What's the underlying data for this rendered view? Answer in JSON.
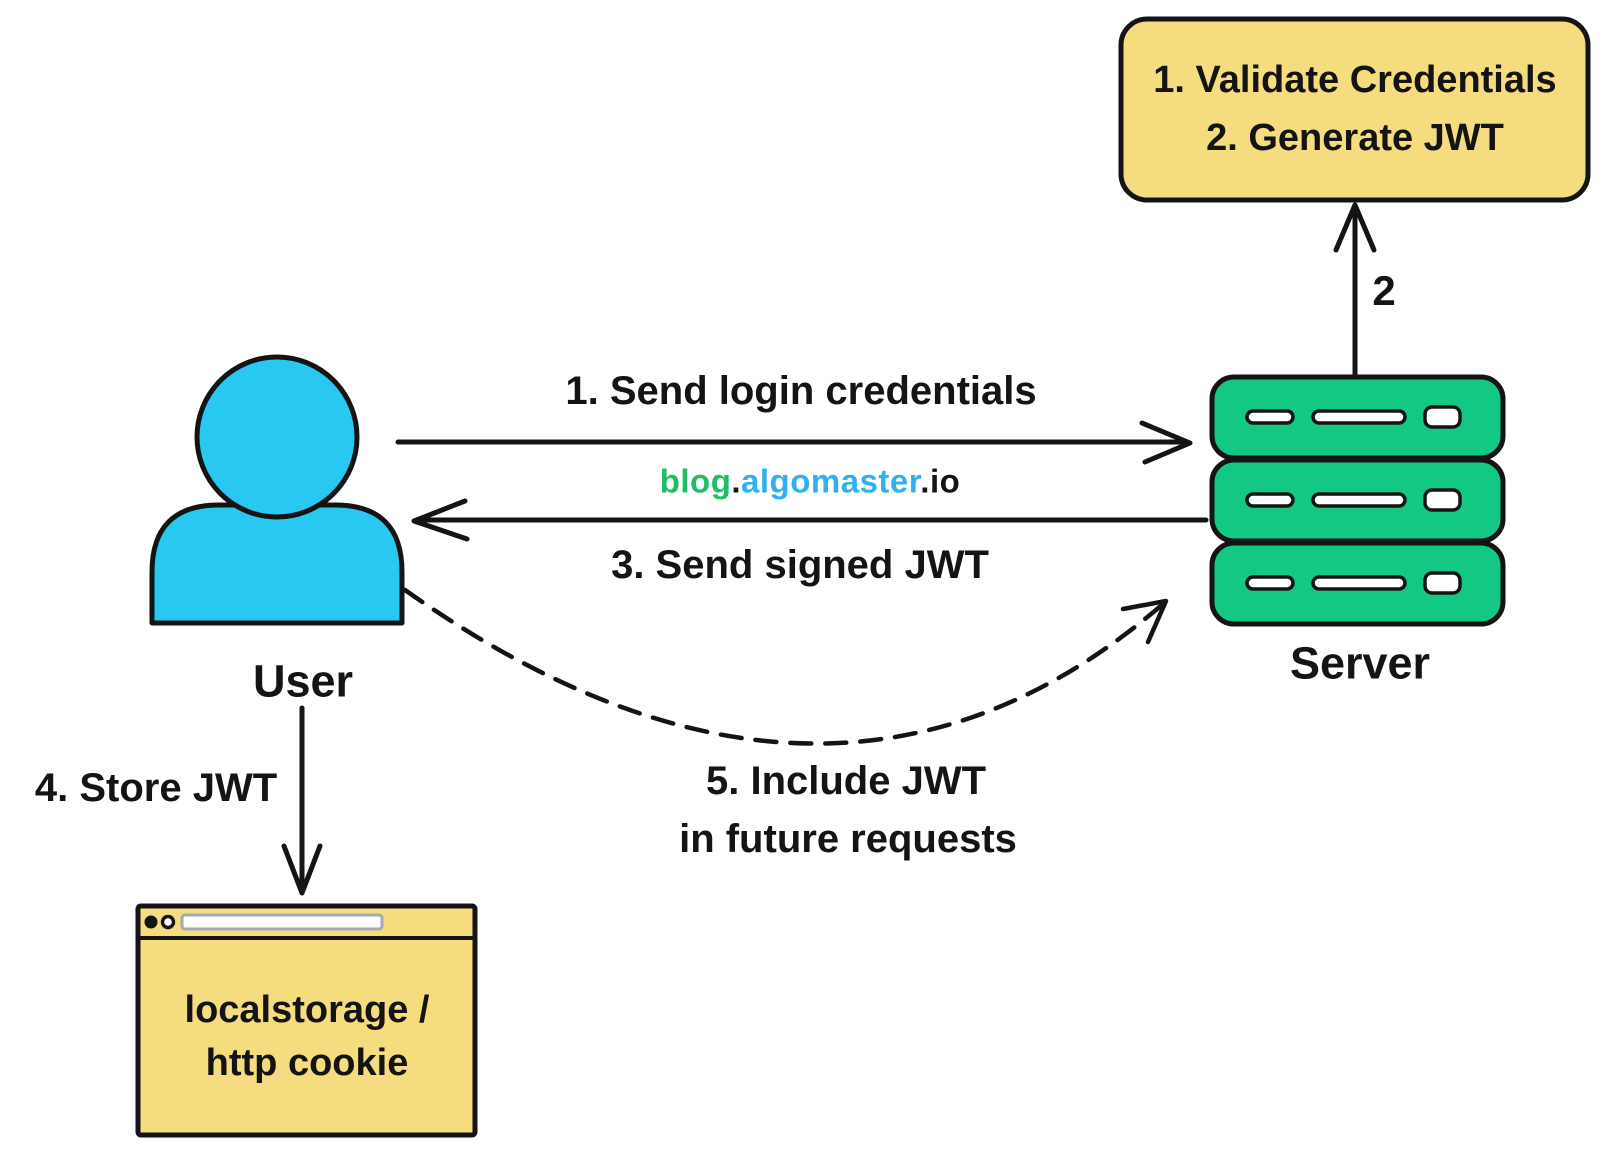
{
  "diagram": {
    "nodes": {
      "user": {
        "label": "User",
        "fill": "#29C8F0"
      },
      "server": {
        "label": "Server",
        "fill": "#12C882"
      },
      "process_box": {
        "line1": "1. Validate Credentials",
        "line2": "2. Generate JWT",
        "fill": "#F5DC7F"
      },
      "storage_box": {
        "line1": "localstorage /",
        "line2": "http cookie",
        "fill": "#F5DC7F"
      }
    },
    "steps": {
      "step1": "1. Send login credentials",
      "step2": "2",
      "step3": "3. Send signed JWT",
      "step4": "4. Store JWT",
      "step5_line1": "5. Include JWT",
      "step5_line2": "in future requests"
    },
    "watermark": {
      "blog": "blog",
      "dot1": ".",
      "algomaster": "algomaster",
      "dot2": ".",
      "io": "io",
      "blog_color": "#1DBE66",
      "algomaster_color": "#2FB1F0",
      "text_color": "#141414"
    },
    "colors": {
      "stroke": "#141414",
      "address_bar_border": "#A2ABB3"
    }
  }
}
